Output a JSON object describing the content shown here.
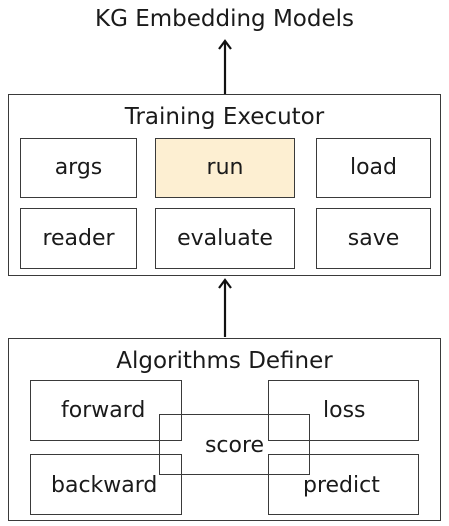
{
  "top_label": "KG Embedding Models",
  "training_executor": {
    "title": "Training Executor",
    "modules": [
      "args",
      "run",
      "load",
      "reader",
      "evaluate",
      "save"
    ],
    "highlight_color": "#fdefd2"
  },
  "algorithms_definer": {
    "title": "Algorithms Definer",
    "modules": [
      "forward",
      "loss",
      "score",
      "backward",
      "predict"
    ]
  }
}
